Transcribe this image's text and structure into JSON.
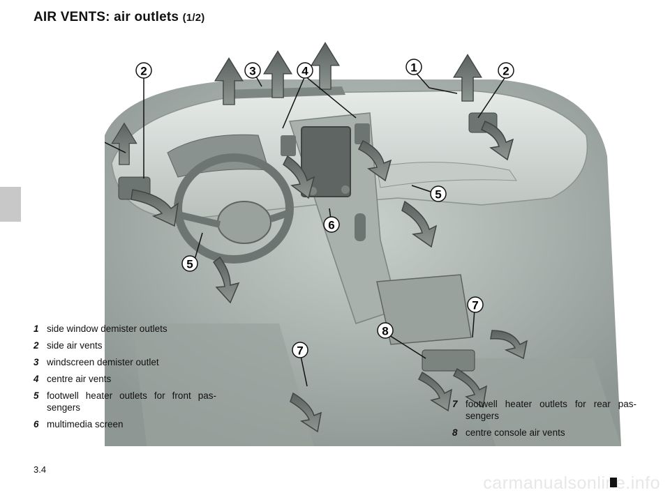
{
  "page": {
    "title": "AIR VENTS: air outlets",
    "title_suffix": "(1/2)",
    "page_number": "3.4",
    "watermark": "carmanualsonline.info"
  },
  "callouts": [
    "1",
    "2",
    "3",
    "4",
    "1",
    "2",
    "5",
    "6",
    "5",
    "7",
    "8",
    "7"
  ],
  "legend_left": [
    {
      "num": "1",
      "text": "side window demister outlets"
    },
    {
      "num": "2",
      "text": "side air vents"
    },
    {
      "num": "3",
      "text": "windscreen demister outlet"
    },
    {
      "num": "4",
      "text": "centre air vents"
    },
    {
      "num": "5",
      "text": "footwell heater outlets for front pas-sengers"
    },
    {
      "num": "6",
      "text": "multimedia screen"
    }
  ],
  "legend_right": [
    {
      "num": "7",
      "text": "footwell heater outlets for rear pas-sengers"
    },
    {
      "num": "8",
      "text": "centre console air vents"
    }
  ],
  "colors": {
    "background": "#ffffff",
    "illustration_fill": "#b5bdb9",
    "illustration_dark": "#5d6461",
    "callout_fill": "#ffffff"
  }
}
